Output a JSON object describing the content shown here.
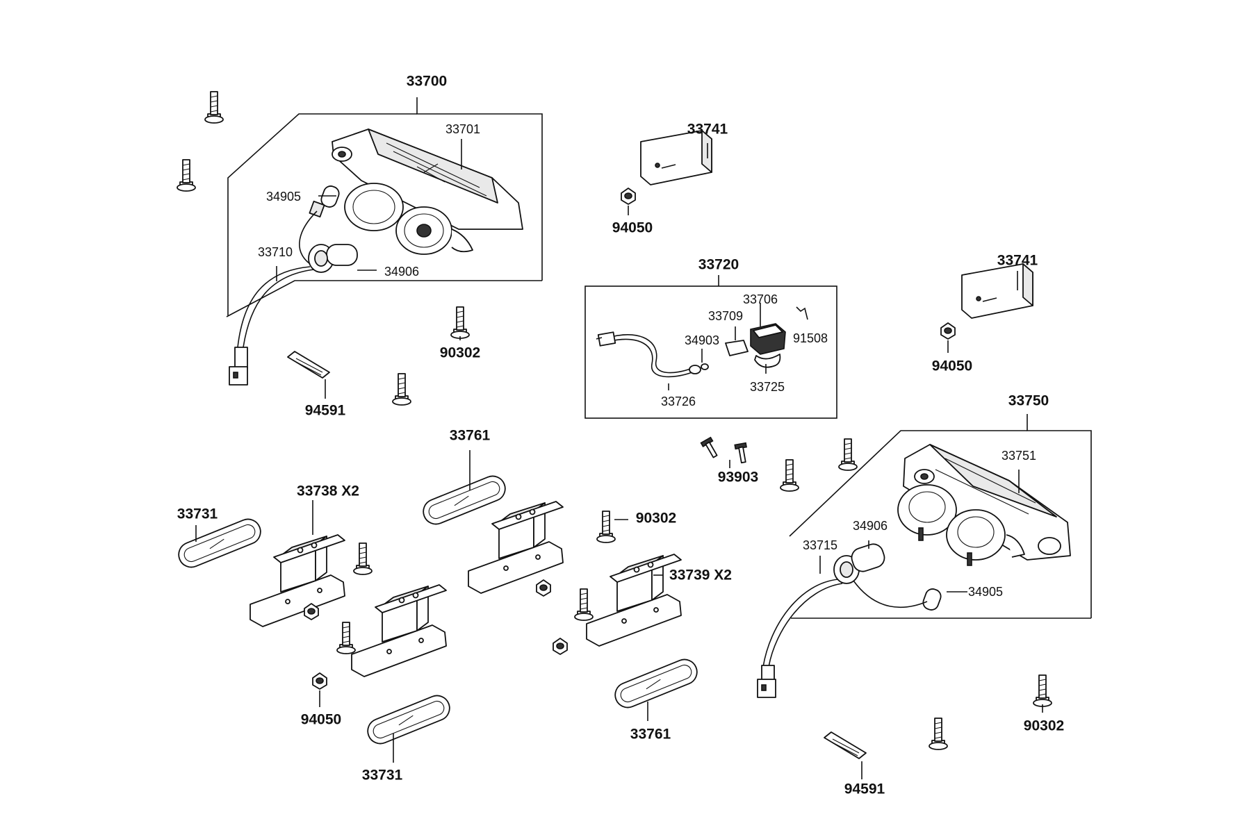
{
  "diagram": {
    "labels": {
      "p33700": "33700",
      "p33701": "33701",
      "p34905a": "34905",
      "p33710": "33710",
      "p34906a": "34906",
      "p94591a": "94591",
      "p90302a": "90302",
      "p33741a": "33741",
      "p94050a": "94050",
      "p33720": "33720",
      "p33706": "33706",
      "p33709": "33709",
      "p91508": "91508",
      "p34903": "34903",
      "p33725": "33725",
      "p33726": "33726",
      "p33741b": "33741",
      "p94050b": "94050",
      "p33750": "33750",
      "p33751": "33751",
      "p34906b": "34906",
      "p33715": "33715",
      "p34905b": "34905",
      "p93903": "93903",
      "p33761a": "33761",
      "p33738": "33738  X2",
      "p33731a": "33731",
      "p90302b": "90302",
      "p33739": "33739  X2",
      "p94050c": "94050",
      "p33731b": "33731",
      "p33761b": "33761",
      "p90302c": "90302",
      "p94591b": "94591"
    }
  }
}
